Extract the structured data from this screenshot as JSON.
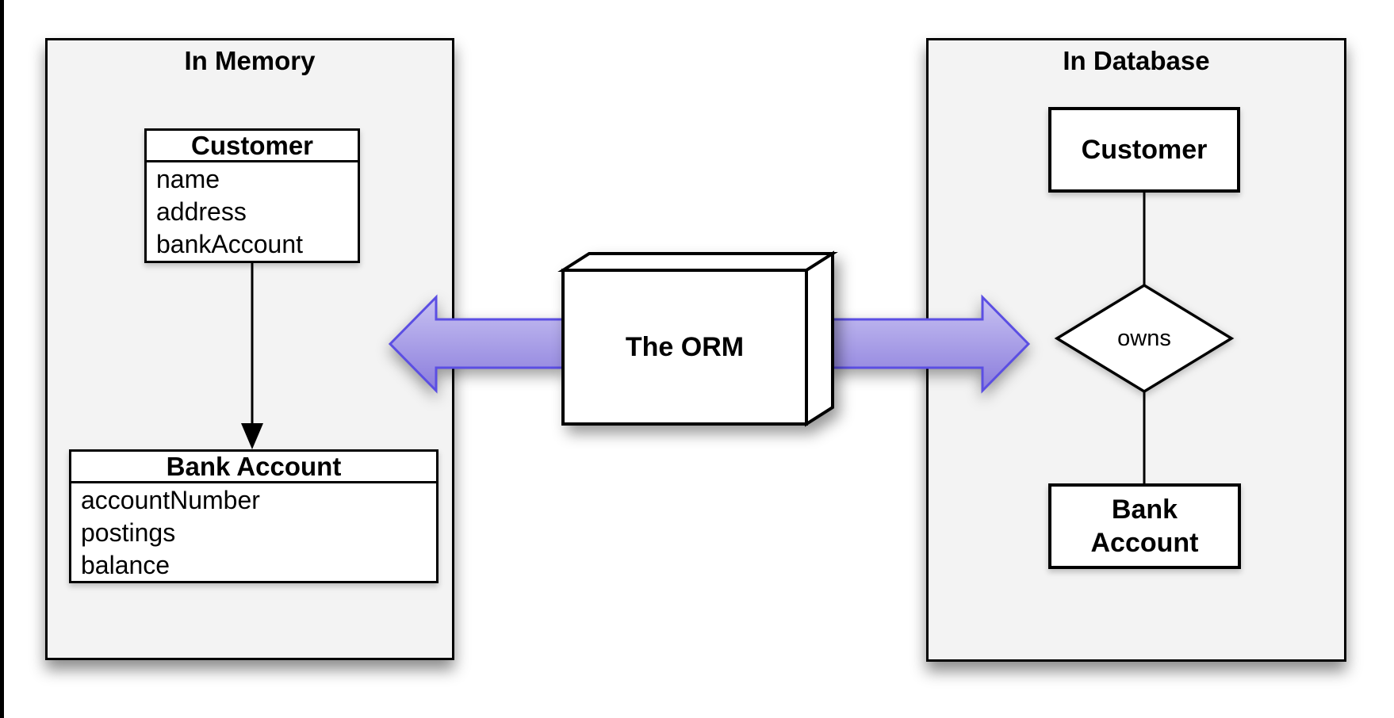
{
  "colors": {
    "panel_bg": "#f3f3f3",
    "shape_bg": "#ffffff",
    "line": "#000000",
    "arrow_fill_top": "#c8c2f2",
    "arrow_fill_bottom": "#8a7cdc",
    "arrow_stroke": "#5b4ee3"
  },
  "memory_panel": {
    "title": "In Memory",
    "customer_class": {
      "title": "Customer",
      "fields": [
        "name",
        "address",
        "bankAccount"
      ]
    },
    "bank_account_class": {
      "title": "Bank Account",
      "fields": [
        "accountNumber",
        "postings",
        "balance"
      ]
    }
  },
  "orm": {
    "label": "The ORM"
  },
  "database_panel": {
    "title": "In Database",
    "customer_entity": "Customer",
    "relationship": "owns",
    "bank_account_entity": "Bank Account"
  }
}
